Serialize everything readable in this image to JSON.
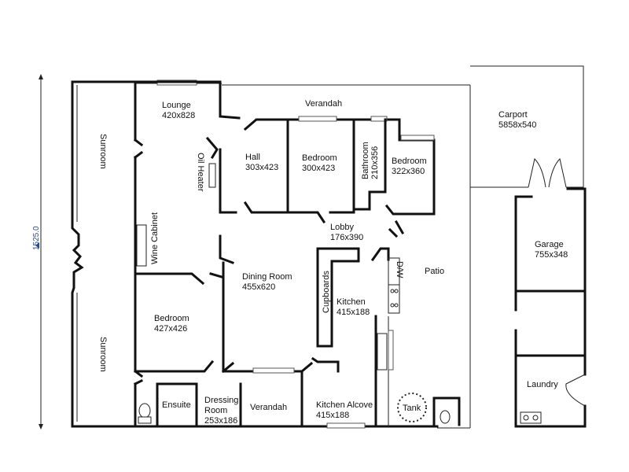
{
  "overall_dimension": "1525.0",
  "rooms": {
    "lounge": {
      "name": "Lounge",
      "size": "420x828"
    },
    "verandah_top": {
      "name": "Verandah"
    },
    "carport": {
      "name": "Carport",
      "size": "5858x540"
    },
    "sunroom_top": {
      "name": "Sunroom"
    },
    "sunroom_bottom": {
      "name": "Sunroom"
    },
    "oil_heater": {
      "name": "Oil Heater"
    },
    "hall": {
      "name": "Hall",
      "size": "303x423"
    },
    "bedroom_1": {
      "name": "Bedroom",
      "size": "300x423"
    },
    "bathroom": {
      "name": "Bathroom",
      "size": "210x356"
    },
    "bedroom_2": {
      "name": "Bedroom",
      "size": "322x360"
    },
    "lobby": {
      "name": "Lobby",
      "size": "176x390"
    },
    "wine_cabinet": {
      "name": "Wine Cabinet"
    },
    "garage": {
      "name": "Garage",
      "size": "755x348"
    },
    "dining": {
      "name": "Dining Room",
      "size": "455x620"
    },
    "cupboards": {
      "name": "Cupboards"
    },
    "dw": {
      "name": "D/W"
    },
    "patio": {
      "name": "Patio"
    },
    "kitchen": {
      "name": "Kitchen",
      "size": "415x188"
    },
    "bedroom_3": {
      "name": "Bedroom",
      "size": "427x426"
    },
    "laundry": {
      "name": "Laundry"
    },
    "ensuite": {
      "name": "Ensuite"
    },
    "dressing": {
      "name": "Dressing",
      "name2": "Room",
      "size": "253x186"
    },
    "verandah_bottom": {
      "name": "Verandah"
    },
    "kitchen_alcove": {
      "name": "Kitchen Alcove",
      "size": "415x188"
    },
    "tank": {
      "name": "Tank"
    }
  }
}
